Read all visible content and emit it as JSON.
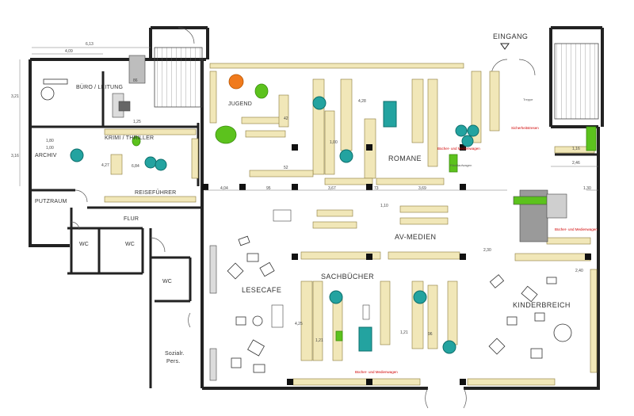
{
  "labels": {
    "eingang": "EINGANG",
    "buero": "BÜRO / LEITUNG",
    "jugend": "JUGEND",
    "krimi": "KRIMI / THRILLER",
    "archiv": "ARCHIV",
    "romane": "ROMANE",
    "reisefuehrer": "REISEFÜHRER",
    "putzraum": "PUTZRAUM",
    "flur": "FLUR",
    "wc1": "WC",
    "wc2": "WC",
    "wc3": "WC",
    "av_medien": "AV-MEDIEN",
    "lesecafe": "LESECAFE",
    "sachbuecher": "SACHBÜCHER",
    "kinderbereich": "KINDERBREICH",
    "sozialr": "Sozialr.",
    "pers": "Pers."
  },
  "dimensions": {
    "d_613": "6,13",
    "d_409": "4,09",
    "d_321": "3,21",
    "d_316": "3,16",
    "d_180": "1,80",
    "d_100": "1,00",
    "d_427": "4,27",
    "d_684": "6,84",
    "d_404": "4,04",
    "d_95": "95",
    "d_367": "3,67",
    "d_73": "73",
    "d_369": "3,69",
    "d_110": "1,10",
    "d_116": "1,16",
    "d_246": "2,46",
    "d_130": "1,30",
    "d_230": "2,30",
    "d_240": "2,40",
    "d_100b": "1,00",
    "d_425": "4,25",
    "d_121": "1,21",
    "d_121b": "1,21",
    "d_96": "96",
    "d_52": "52",
    "d_42": "42",
    "d_428": "4,28",
    "d_86": "86",
    "d_125": "1,25"
  },
  "notes": {
    "sicherheit": "Sicherheitstresen",
    "ruecklaufwagen": "Rücklaufwagen",
    "buecherwagen1": "Bücher- und Medienwagen",
    "buecherwagen2": "Bücher- und Medienwagen",
    "buecherwagen3": "Bücher- und Medienwagen",
    "treppe": "Treppe"
  },
  "colors": {
    "wall": "#222222",
    "shelf": "#f1e7b8",
    "shelf_edge": "#8a7b3a",
    "teal": "#23a3a0",
    "teal_dark": "#0e6f6c",
    "green": "#5cc21d",
    "orange": "#f07a1c",
    "grey_block": "#9a9a9a"
  }
}
